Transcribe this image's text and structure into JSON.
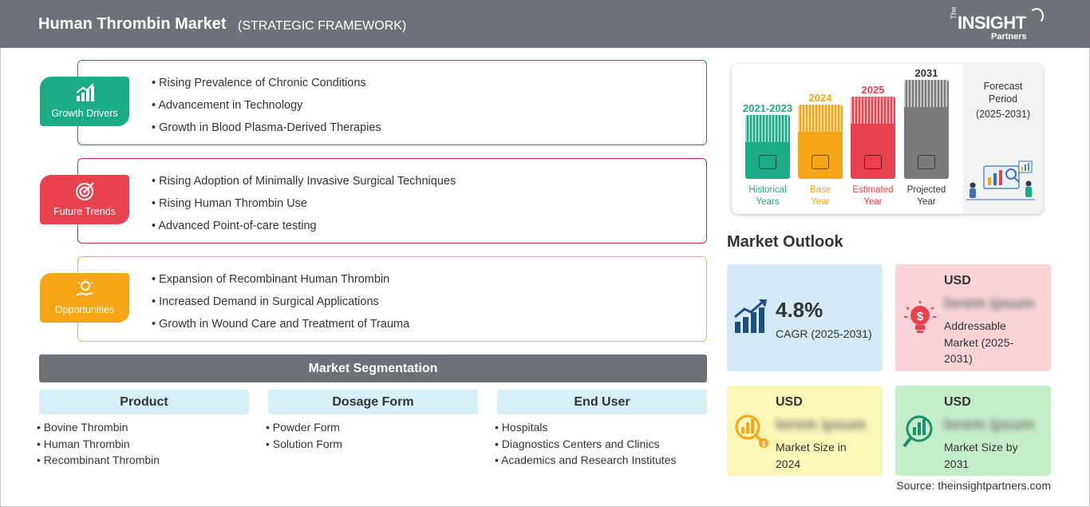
{
  "header": {
    "title": "Human Thrombin Market",
    "subtitle": "(STRATEGIC FRAMEWORK)",
    "logo": {
      "the": "The",
      "main": "INSIGHT",
      "partners": "Partners"
    }
  },
  "framework": [
    {
      "label": "Growth Drivers",
      "color": "#1bab87",
      "border": "#1a9270",
      "items": [
        "Rising Prevalence of Chronic Conditions",
        "Advancement in Technology",
        "Growth in Blood Plasma-Derived Therapies"
      ]
    },
    {
      "label": "Future Trends",
      "color": "#e8424f",
      "border": "#c72f3d",
      "items": [
        "Rising Adoption of Minimally Invasive Surgical Techniques",
        "Rising Human Thrombin Use",
        "Advanced Point-of-care testing"
      ]
    },
    {
      "label": "Opportunities",
      "color": "#f5a515",
      "border": "#f2b92a",
      "items": [
        "Expansion of Recombinant Human Thrombin",
        "Increased Demand in Surgical Applications",
        "Growth in Wound Care and Treatment of Trauma"
      ]
    }
  ],
  "segmentation": {
    "title": "Market Segmentation",
    "columns": [
      {
        "head": "Product",
        "items": [
          "Bovine Thrombin",
          "Human Thrombin",
          "Recombinant Thrombin"
        ]
      },
      {
        "head": "Dosage Form",
        "items": [
          "Powder Form",
          "Solution Form"
        ]
      },
      {
        "head": "End User",
        "items": [
          "Hospitals",
          "Diagnostics Centers and Clinics",
          "Academics and Research Institutes"
        ]
      }
    ]
  },
  "timeline": {
    "bars": [
      {
        "year": "2021-2023",
        "label1": "Historical",
        "label2": "Years",
        "color": "#1bab87",
        "icon": "history-icon"
      },
      {
        "year": "2024",
        "label1": "Base",
        "label2": "Year",
        "color": "#f5a515",
        "icon": "calendar-icon"
      },
      {
        "year": "2025",
        "label1": "Estimated",
        "label2": "Year",
        "color": "#e8424f",
        "icon": "estimate-icon"
      },
      {
        "year": "2031",
        "label1": "Projected",
        "label2": "Year",
        "color": "#7a7a7a",
        "icon": "projection-icon"
      }
    ],
    "forecast": {
      "line1": "Forecast",
      "line2": "Period",
      "line3": "(2025-2031)"
    }
  },
  "outlook": {
    "title": "Market Outlook",
    "cagr": {
      "value": "4.8%",
      "label": "CAGR (2025-2031)",
      "bg": "#d4eaf7"
    },
    "addressable": {
      "usd": "USD",
      "blur": "lorem ipsum",
      "desc1": "Addressable",
      "desc2": "Market (2025-",
      "desc3": "2031)",
      "bg": "#f9d3d8"
    },
    "size2024": {
      "usd": "USD",
      "blur": "lorem ipsum",
      "desc1": "Market Size in",
      "desc2": "2024",
      "bg": "#fbf5b6"
    },
    "size2031": {
      "usd": "USD",
      "blur": "lorem ipsum",
      "desc1": "Market Size by",
      "desc2": "2031",
      "bg": "#c4edc9"
    }
  },
  "source": "Source: theinsightpartners.com"
}
